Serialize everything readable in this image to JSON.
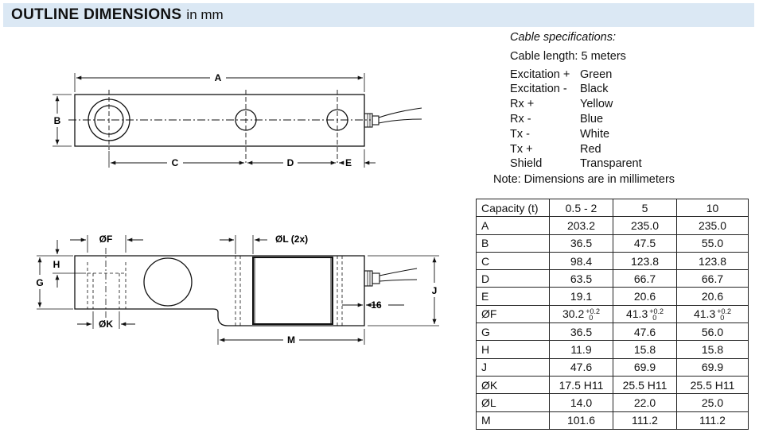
{
  "header": {
    "title": "OUTLINE DIMENSIONS",
    "unit": "in mm"
  },
  "drawing": {
    "top_view_labels": [
      "A",
      "B",
      "C",
      "D",
      "E"
    ],
    "side_view_labels": {
      "f": "ØF",
      "l": "ØL (2x)",
      "h": "H",
      "g": "G",
      "j": "J",
      "k": "ØK",
      "m": "M",
      "sixteen": "16"
    }
  },
  "cable": {
    "title": "Cable specifications:",
    "length_label": "Cable length:",
    "length_value": "5 meters",
    "wires": [
      {
        "signal": "Excitation +",
        "color": "Green"
      },
      {
        "signal": "Excitation -",
        "color": "Black"
      },
      {
        "signal": "Rx +",
        "color": "Yellow"
      },
      {
        "signal": "Rx -",
        "color": "Blue"
      },
      {
        "signal": "Tx -",
        "color": "White"
      },
      {
        "signal": "Tx +",
        "color": "Red"
      },
      {
        "signal": "Shield",
        "color": "Transparent"
      }
    ]
  },
  "note": "Note: Dimensions are in millimeters",
  "table": {
    "headers": [
      "Capacity (t)",
      "0.5 - 2",
      "5",
      "10"
    ],
    "rows": [
      {
        "label": "A",
        "values": [
          "203.2",
          "235.0",
          "235.0"
        ]
      },
      {
        "label": "B",
        "values": [
          "36.5",
          "47.5",
          "55.0"
        ]
      },
      {
        "label": "C",
        "values": [
          "98.4",
          "123.8",
          "123.8"
        ]
      },
      {
        "label": "D",
        "values": [
          "63.5",
          "66.7",
          "66.7"
        ]
      },
      {
        "label": "E",
        "values": [
          "19.1",
          "20.6",
          "20.6"
        ]
      },
      {
        "label": "ØF",
        "values": [
          "30.2",
          "41.3",
          "41.3"
        ],
        "tol_plus": "+0.2",
        "tol_minus": "0"
      },
      {
        "label": "G",
        "values": [
          "36.5",
          "47.6",
          "56.0"
        ]
      },
      {
        "label": "H",
        "values": [
          "11.9",
          "15.8",
          "15.8"
        ]
      },
      {
        "label": "J",
        "values": [
          "47.6",
          "69.9",
          "69.9"
        ]
      },
      {
        "label": "ØK",
        "values": [
          "17.5 H11",
          "25.5 H11",
          "25.5 H11"
        ]
      },
      {
        "label": "ØL",
        "values": [
          "14.0",
          "22.0",
          "25.0"
        ]
      },
      {
        "label": "M",
        "values": [
          "101.6",
          "111.2",
          "111.2"
        ]
      }
    ]
  }
}
